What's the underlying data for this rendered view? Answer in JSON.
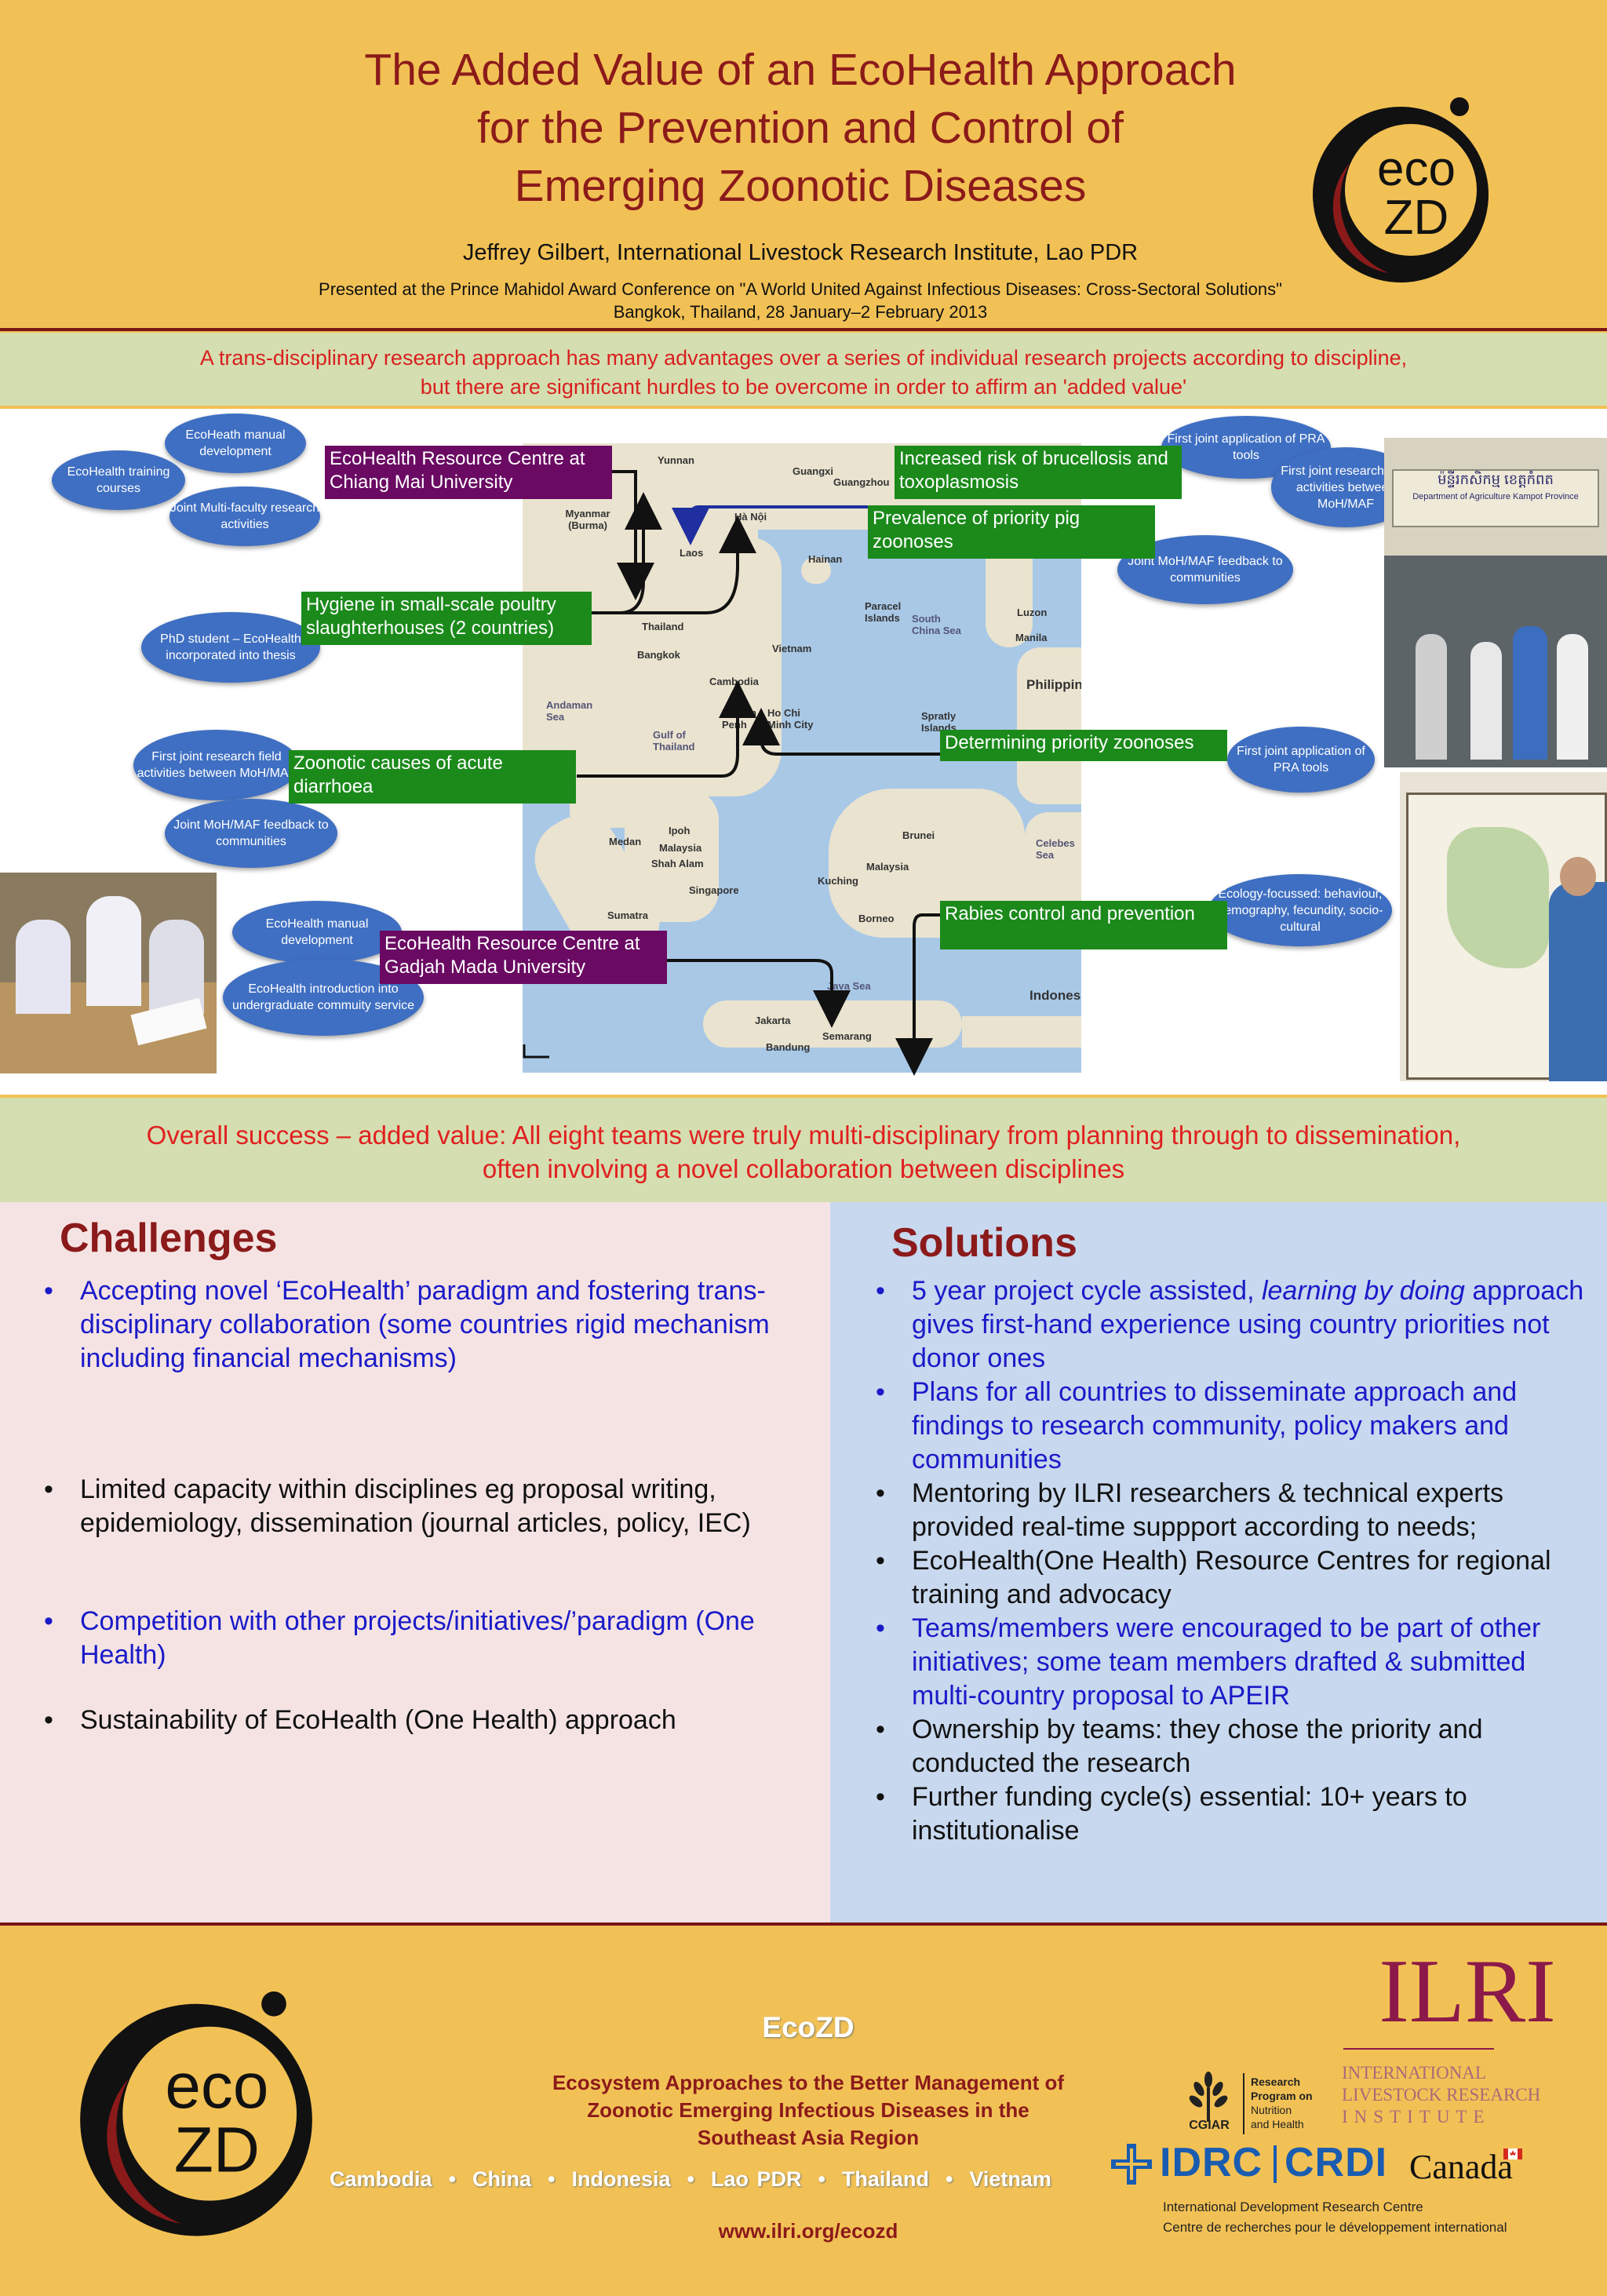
{
  "header": {
    "title_lines": [
      "The Added Value of an EcoHealth Approach",
      "for the Prevention and Control of",
      "Emerging Zoonotic Diseases"
    ],
    "author": "Jeffrey Gilbert, International Livestock Research Institute, Lao PDR",
    "conference_line1": "Presented at the Prince Mahidol Award Conference on \"A World United Against Infectious Diseases: Cross-Sectoral Solutions\"",
    "conference_line2": "Bangkok, Thailand, 28 January–2 February 2013",
    "logo": {
      "eco": "eco",
      "zd": "ZD"
    }
  },
  "banner_top": {
    "line1": "A trans-disciplinary research approach has many advantages over a series of individual research projects according to discipline,",
    "line2": "but there are significant hurdles to be overcome in order to affirm an 'added value'"
  },
  "map": {
    "labels": [
      "Yunnan",
      "Guangxi",
      "Guangzhou",
      "Myanmar (Burma)",
      "Hà Nội",
      "Laos",
      "Hainan",
      "Thailand",
      "Bangkok",
      "Vietnam",
      "Paracel Islands",
      "South China Sea",
      "Luzon",
      "Manila",
      "Philippin",
      "Cambodia",
      "Phnom Penh",
      "Ho Chi Minh City",
      "Andaman Sea",
      "Gulf of Thailand",
      "Spratly Islands",
      "Malaysia",
      "Medan",
      "Ipoh",
      "Shah Alam",
      "Singapore",
      "Brunei",
      "Malaysia",
      "Kuching",
      "Sumatra",
      "Borneo",
      "Celebes Sea",
      "Java Sea",
      "Jakarta",
      "Semarang",
      "Bandung",
      "Indonesia"
    ]
  },
  "bubbles": {
    "b1": "EcoHeath manual development",
    "b2": "EcoHealth training courses",
    "b3": "Joint Multi-faculty research activities",
    "b4": "PhD student – EcoHealth incorporated into thesis",
    "b5": "First joint research field activities between MoH/MAF",
    "b6": "Joint MoH/MAF feedback to communities",
    "b7": "EcoHealth manual development",
    "b8": "EcoHealth introduction into undergraduate commuity service",
    "b9": "First  joint application of PRA tools",
    "b10": "First joint research field activities between MoH/MAF",
    "b11": "Joint MoH/MAF feedback to communities",
    "b12": "First  joint application of PRA tools",
    "b13": "Ecology-focussed: behaviour, demography, fecundity, socio-cultural"
  },
  "boxes": {
    "chiang_mai": "EcoHealth Resource Centre at Chiang Mai University",
    "hygiene": "Hygiene in small-scale poultry slaughterhouses (2 countries)",
    "diarrhoea": "Zoonotic causes of acute diarrhoea",
    "gadjah": "EcoHealth Resource Centre at Gadjah Mada University",
    "brucellosis": "Increased risk of brucellosis and toxoplasmosis",
    "pig": "Prevalence of priority pig zoonoses",
    "priority": "Determining priority zoonoses",
    "rabies": "Rabies control and prevention"
  },
  "photo_texts": {
    "sign": "ម៉ន្ទីរកសិកម្ម ខេត្តកំពត",
    "sign_en": "Department of Agriculture Kampot Province"
  },
  "banner_mid": {
    "line1": "Overall success – added value: All eight teams were truly multi-disciplinary from planning through to dissemination,",
    "line2": "often involving a novel collaboration between disciplines"
  },
  "challenges": {
    "heading": "Challenges",
    "items": [
      "Accepting novel ‘EcoHealth’ paradigm and fostering trans-disciplinary collaboration (some countries rigid mechanism including financial mechanisms)",
      "Limited capacity within disciplines eg proposal writing, epidemiology, dissemination (journal articles, policy, IEC)",
      "Competition with other projects/initiatives/’paradigm (One Health)",
      "Sustainability of EcoHealth (One Health) approach"
    ]
  },
  "solutions": {
    "heading": "Solutions",
    "item1_pre": "5 year project cycle assisted, ",
    "item1_em": "learning by doing",
    "item1_post": " approach gives first-hand experience using country priorities not donor ones",
    "items": [
      "Plans for all countries to disseminate approach and findings to research community, policy makers and communities",
      "Mentoring by ILRI researchers & technical experts provided real-time suppport according to needs;",
      "EcoHealth(One Health) Resource Centres for regional training and advocacy",
      "Teams/members were encouraged to be part of other initiatives; some team members drafted & submitted multi-country proposal to APEIR",
      "Ownership by teams: they chose the priority and conducted the research",
      "Further funding cycle(s) essential: 10+ years to institutionalise"
    ]
  },
  "footer": {
    "name": "EcoZD",
    "full_name_lines": [
      "Ecosystem Approaches to the Better Management of",
      "Zoonotic Emerging Infectious Diseases in the",
      "Southeast Asia Region"
    ],
    "countries": "Cambodia  •  China  •  Indonesia  •  Lao PDR  •  Thailand  •  Vietnam",
    "url": "www.ilri.org/ecozd",
    "logo": {
      "eco": "eco",
      "zd": "ZD"
    },
    "ilri": {
      "big": "ILRI",
      "l1": "INTERNATIONAL",
      "l2": "LIVESTOCK RESEARCH",
      "l3": "INSTITUTE"
    },
    "cgiar": {
      "name": "CGIAR",
      "l1": "Research",
      "l2": "Program on",
      "l3": "Nutrition",
      "l4": "and Health"
    },
    "idrc": {
      "a": "IDRC",
      "b": "CRDI",
      "en": "International Development Research Centre",
      "fr": "Centre de recherches pour le développement international"
    },
    "canada": "Canada"
  },
  "colors": {
    "title": "#8b1a1a",
    "banner_text": "#d82020",
    "green_box": "#1b8a1b",
    "purple_box": "#6a0a63",
    "bubble": "#3f6fc2",
    "accent_bg": "#f2c155"
  }
}
